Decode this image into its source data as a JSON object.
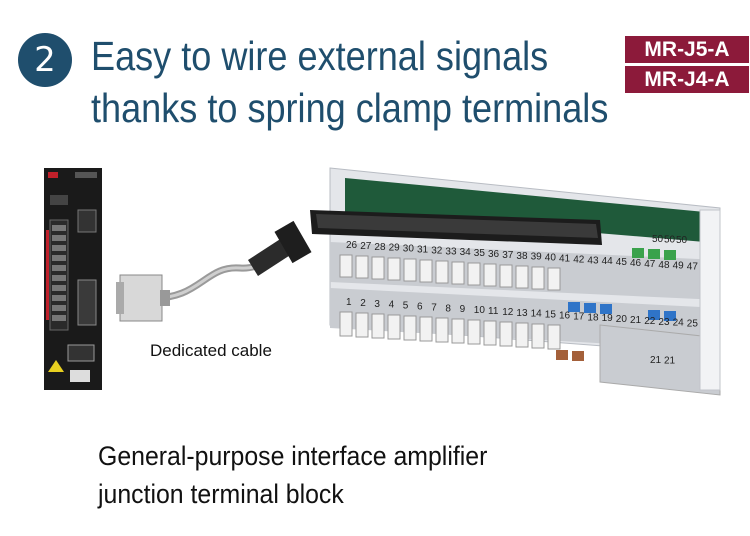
{
  "badge": {
    "number": "2"
  },
  "headline": {
    "line1": "Easy to wire external signals",
    "line2": "thanks to spring clamp terminals"
  },
  "models": [
    "MR-J5-A",
    "MR-J4-A"
  ],
  "cable_label": "Dedicated cable",
  "caption": {
    "line1": "General-purpose interface amplifier",
    "line2": "junction terminal block"
  },
  "terminal_block": {
    "top_row_numbers": [
      "26",
      "27",
      "28",
      "29",
      "30",
      "31",
      "32",
      "33",
      "34",
      "35",
      "36",
      "37",
      "38",
      "39",
      "40",
      "41",
      "42",
      "43",
      "44",
      "45",
      "46",
      "47",
      "48",
      "49",
      "47"
    ],
    "bottom_row_numbers": [
      "1",
      "2",
      "3",
      "4",
      "5",
      "6",
      "7",
      "8",
      "9",
      "10",
      "11",
      "12",
      "13",
      "14",
      "15",
      "16",
      "17",
      "18",
      "19",
      "20",
      "21",
      "22",
      "23",
      "24",
      "25"
    ],
    "side_labels_top": [
      "50",
      "50",
      "50"
    ],
    "side_labels_bottom": [
      "21",
      "21"
    ]
  },
  "colors": {
    "navy": "#1f4e6d",
    "maroon": "#8c1a3a",
    "pcb_green": "#1f5a3a",
    "terminal_gray": "#c9ccd1",
    "clamp_blue": "#2f74c8",
    "clamp_green": "#3aa24c",
    "clamp_brown": "#a4603a"
  }
}
